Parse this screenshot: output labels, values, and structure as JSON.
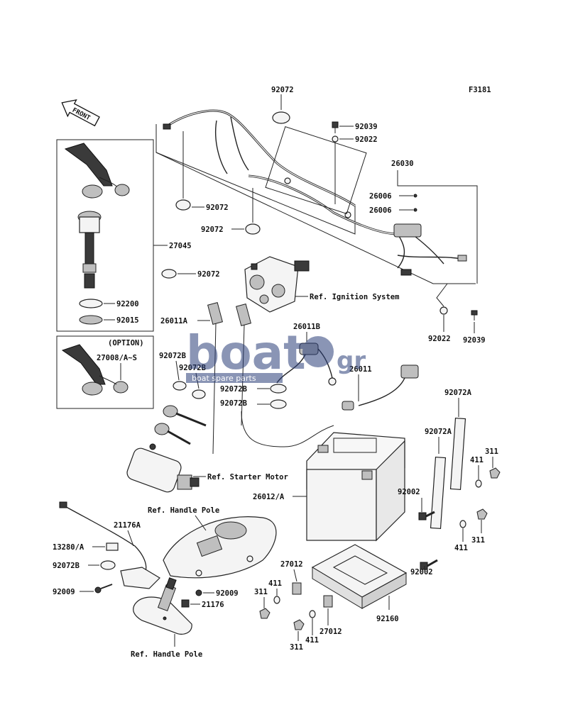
{
  "figure_code": "F3181",
  "front_label": "FRONT",
  "watermark": {
    "brand": "boat",
    "brand2": "gr",
    "tagline": "boat spare parts",
    "color": "#2b3f7a"
  },
  "callouts": {
    "c92072_top": "92072",
    "c92039_top": "92039",
    "c92022_top": "92022",
    "c26030": "26030",
    "c26006_a": "26006",
    "c26006_b": "26006",
    "c92072_mid": "92072",
    "c92072_left": "92072",
    "c27045": "27045",
    "c92072_coil": "92072",
    "ref_ignition": "Ref. Ignition System",
    "c92200": "92200",
    "c92015": "92015",
    "option": "(OPTION)",
    "c27008": "27008/A~S",
    "c26011A": "26011A",
    "c26011B": "26011B",
    "c26011": "26011",
    "c92022_bot": "92022",
    "c92039_bot": "92039",
    "c92072B_a": "92072B",
    "c92072B_b": "92072B",
    "c92072B_c": "92072B",
    "c92072B_d": "92072B",
    "c92072A_a": "92072A",
    "c92072A_b": "92072A",
    "c311_a": "311",
    "c411_a": "411",
    "ref_starter": "Ref. Starter Motor",
    "c26012": "26012/A",
    "c92002_a": "92002",
    "c411_b": "411",
    "c311_b": "311",
    "c92002_b": "92002",
    "ref_handle_top": "Ref. Handle Pole",
    "c21176A": "21176A",
    "c13280": "13280/A",
    "c92072B_e": "92072B",
    "c92009_a": "92009",
    "c92009_b": "92009",
    "c21176": "21176",
    "c27012_a": "27012",
    "c411_c": "411",
    "c311_c": "311",
    "c92160": "92160",
    "c311_d": "311",
    "c411_d": "411",
    "c27012_b": "27012",
    "ref_handle_bot": "Ref. Handle Pole"
  }
}
